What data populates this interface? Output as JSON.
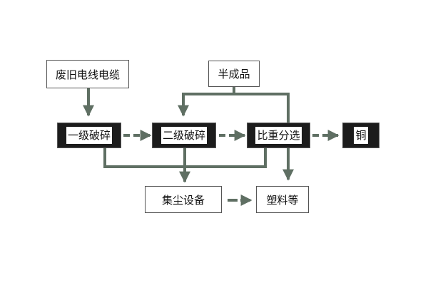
{
  "diagram": {
    "nodes": {
      "waste_cable": "废旧电线电缆",
      "semi_product": "半成品",
      "primary_crushing": "一级破碎",
      "secondary_crushing": "二级破碎",
      "gravity_separation": "比重分选",
      "copper": "铜",
      "dust_collection": "集尘设备",
      "plastics": "塑料等"
    },
    "colors": {
      "connector": "#5f6f63",
      "box_border": "#555555",
      "box_dark_fill": "#1c1c1c",
      "text": "#111111"
    }
  }
}
